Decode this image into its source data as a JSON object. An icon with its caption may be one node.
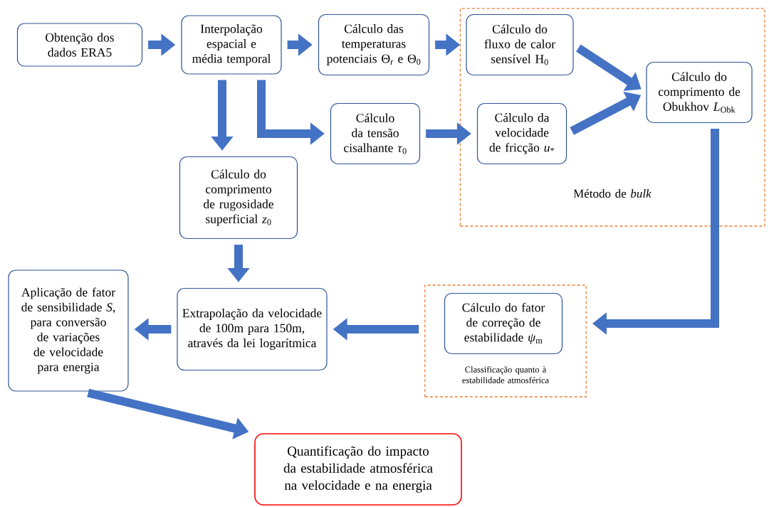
{
  "diagram": {
    "nodes": [
      {
        "text": [
          "Obtenção dos dados ERA5"
        ]
      },
      {
        "text": [
          "Interpolação espacial e média temporal"
        ]
      },
      {
        "text": [
          "Cálculo das temperaturas potenciais Θ$_{r}$ e Θ$_{0}$"
        ]
      },
      {
        "text": [
          "Método de *bulk*"
        ]
      },
      {
        "text": [
          "Cálculo do fluxo de calor sensível H$_{0}$"
        ],
        "in": 3
      },
      {
        "text": [
          "Cálculo da velocidade de fricção *u*$_{*}$"
        ],
        "in": 3
      },
      {
        "text": [
          "Cálculo do comprimento de Obukhov *L*$_{Obk}$"
        ],
        "in": 3
      },
      {
        "text": [
          "Cálculo da tensão cisalhante *τ*$_{0}$"
        ]
      },
      {
        "text": [
          "Cálculo do comprimento de rugosidade superficial *z*$_{0}$"
        ]
      },
      {
        "text": [
          "Classificação quanto à estabilidade atmosférica"
        ]
      },
      {
        "text": [
          "Cálculo do fator de correção de estabilidade *ψ*$_{m}$"
        ],
        "in": 9
      },
      {
        "text": [
          "Extrapolação da velocidade de 100m para 150m, através da lei logarítmica"
        ]
      },
      {
        "text": [
          "Aplicação de fator de sensibilidade *S*, para conversão de variações de velocidade para energia"
        ]
      },
      {
        "text": [
          "Quantificação do impacto da estabilidade atmosférica na velocidade e na energia"
        ]
      }
    ],
    "edges": [
      {
        "from": 0,
        "to": 1,
        "arrow": "to"
      },
      {
        "from": 1,
        "to": 2,
        "arrow": "to"
      },
      {
        "from": 2,
        "to": 4,
        "arrow": "to"
      },
      {
        "from": 1,
        "to": 8,
        "arrow": "to"
      },
      {
        "from": 1,
        "to": 7,
        "arrow": "to"
      },
      {
        "from": 7,
        "to": 5,
        "arrow": "to"
      },
      {
        "from": 4,
        "to": 6,
        "arrow": "to"
      },
      {
        "from": 5,
        "to": 6,
        "arrow": "to"
      },
      {
        "from": 6,
        "to": 9,
        "arrow": "to"
      },
      {
        "from": 8,
        "to": 11,
        "arrow": "to"
      },
      {
        "from": 9,
        "to": 11,
        "arrow": "to"
      },
      {
        "from": 11,
        "to": 12,
        "arrow": "to"
      },
      {
        "from": 12,
        "to": 13,
        "arrow": "to"
      }
    ]
  }
}
